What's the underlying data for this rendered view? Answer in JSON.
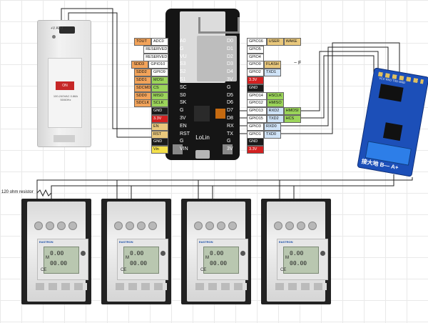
{
  "board": {
    "brand_label": "LoLin",
    "left_pins": [
      "A0",
      "G",
      "VU",
      "S3",
      "S2",
      "S1",
      "SC",
      "S0",
      "SK",
      "G",
      "3V",
      "EN",
      "RST",
      "G",
      "VIN"
    ],
    "right_pins": [
      "D0",
      "D1",
      "D2",
      "D3",
      "D4",
      "3V",
      "G",
      "D5",
      "D6",
      "D7",
      "D8",
      "RX",
      "TX",
      "G",
      "3V"
    ],
    "left_tags": [
      [
        "TOUT",
        "ADC0"
      ],
      [
        "RESERVED"
      ],
      [
        "RESERVED"
      ],
      [
        "SDD3",
        "GPIO10"
      ],
      [
        "SDD2",
        "GPIO9"
      ],
      [
        "SDD1",
        "MOSI"
      ],
      [
        "SDCMD",
        "CS"
      ],
      [
        "SDD0",
        "MISO"
      ],
      [
        "SDCLK",
        "SCLK"
      ],
      [
        "GND"
      ],
      [
        "3.3V"
      ],
      [
        "EN"
      ],
      [
        "RST"
      ],
      [
        "GND"
      ],
      [
        "Vin"
      ]
    ],
    "right_tags": [
      [
        "GPIO16",
        "USER",
        "WAKE"
      ],
      [
        "GPIO5"
      ],
      [
        "GPIO4"
      ],
      [
        "GPIO0",
        "FLASH"
      ],
      [
        "GPIO2",
        "TXD1"
      ],
      [
        "3.3V"
      ],
      [
        "GND"
      ],
      [
        "GPIO14",
        "HSCLK"
      ],
      [
        "GPIO12",
        "HMISO"
      ],
      [
        "GPIO13",
        "RXD2",
        "HMOSI"
      ],
      [
        "GPIO15",
        "TXD2",
        "HCS"
      ],
      [
        "GPIO3",
        "RXD0"
      ],
      [
        "GPIO1",
        "TXD0"
      ],
      [
        "GND"
      ],
      [
        "3.3V"
      ]
    ]
  },
  "note": "~ F",
  "psu": {
    "adj_label": "+V ADJ",
    "badge": "ON",
    "spec": "100-240VAC 0.88A 50/60Hz"
  },
  "rs485": {
    "label": "接大地 B— A+",
    "top_label": "VCC RXD TXD GND"
  },
  "resistor_label": "120 ohm resistor",
  "meters": [
    {
      "brand": "EASTRON",
      "line1": "0.00",
      "line2": "00.00",
      "m": "M",
      "ce": "CE"
    },
    {
      "brand": "EASTRON",
      "line1": "0.00",
      "line2": "00.00",
      "m": "M",
      "ce": "CE"
    },
    {
      "brand": "EASTRON",
      "line1": "0.00",
      "line2": "00.00",
      "m": "M",
      "ce": "CE"
    },
    {
      "brand": "EASTRON",
      "line1": "0.00",
      "line2": "00.00",
      "m": "M",
      "ce": "CE"
    }
  ],
  "colors": {
    "board": "#151515",
    "rs485": "#1c4fb8",
    "tag_green": "#9bd45a",
    "tag_red": "#d32020",
    "tag_orange": "#f2a35a"
  }
}
